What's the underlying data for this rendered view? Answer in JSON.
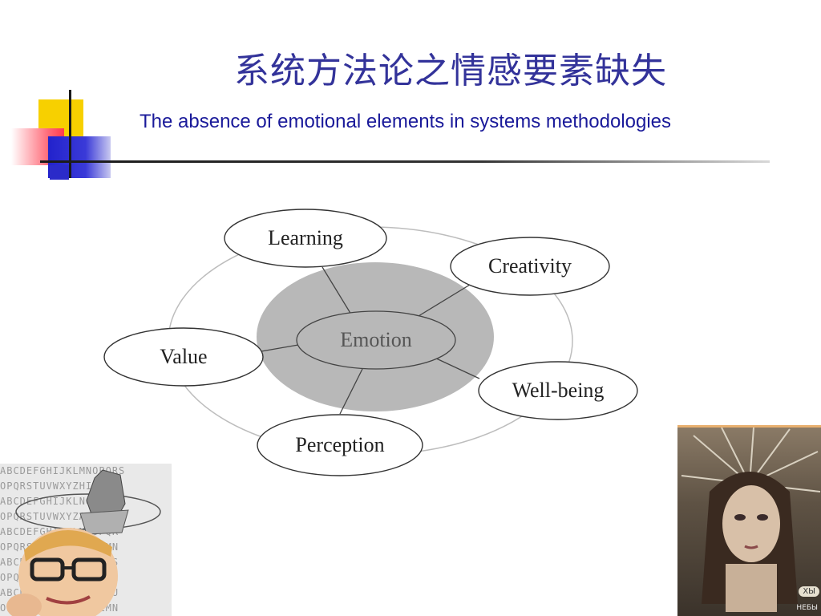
{
  "slide": {
    "title_zh": "系统方法论之情感要素缺失",
    "title_en": "The absence of emotional elements in systems methodologies"
  },
  "diagram": {
    "center": "Emotion",
    "nodes": [
      "Learning",
      "Creativity",
      "Well-being",
      "Perception",
      "Value"
    ]
  },
  "images": {
    "left_photo_letters": "ABCDEFGHIJKLMNOPQRS\nOPQRSTUVWXYZHIJKLM\nABCDEFGHIJKLNOPQRS\nOPQRSTUVWXYZABCDEF\nABCDEFGHIJKLMNOPQR\nOPQRSTUVWFGHIJKLMN\nABCDEFGHIJKLNOPQRS\nOPQRSTUVWXFGHIJKLM\nABCDEFGHIJNOPQRSTU\nOPQRSTCDEFGHIJKLMN",
    "right_photo_badge": "ХЫ",
    "right_photo_caption": "НЕБЫ"
  },
  "colors": {
    "title": "#33339a",
    "subtitle": "#1a1a9a",
    "center_fill": "#b8b8b8"
  }
}
